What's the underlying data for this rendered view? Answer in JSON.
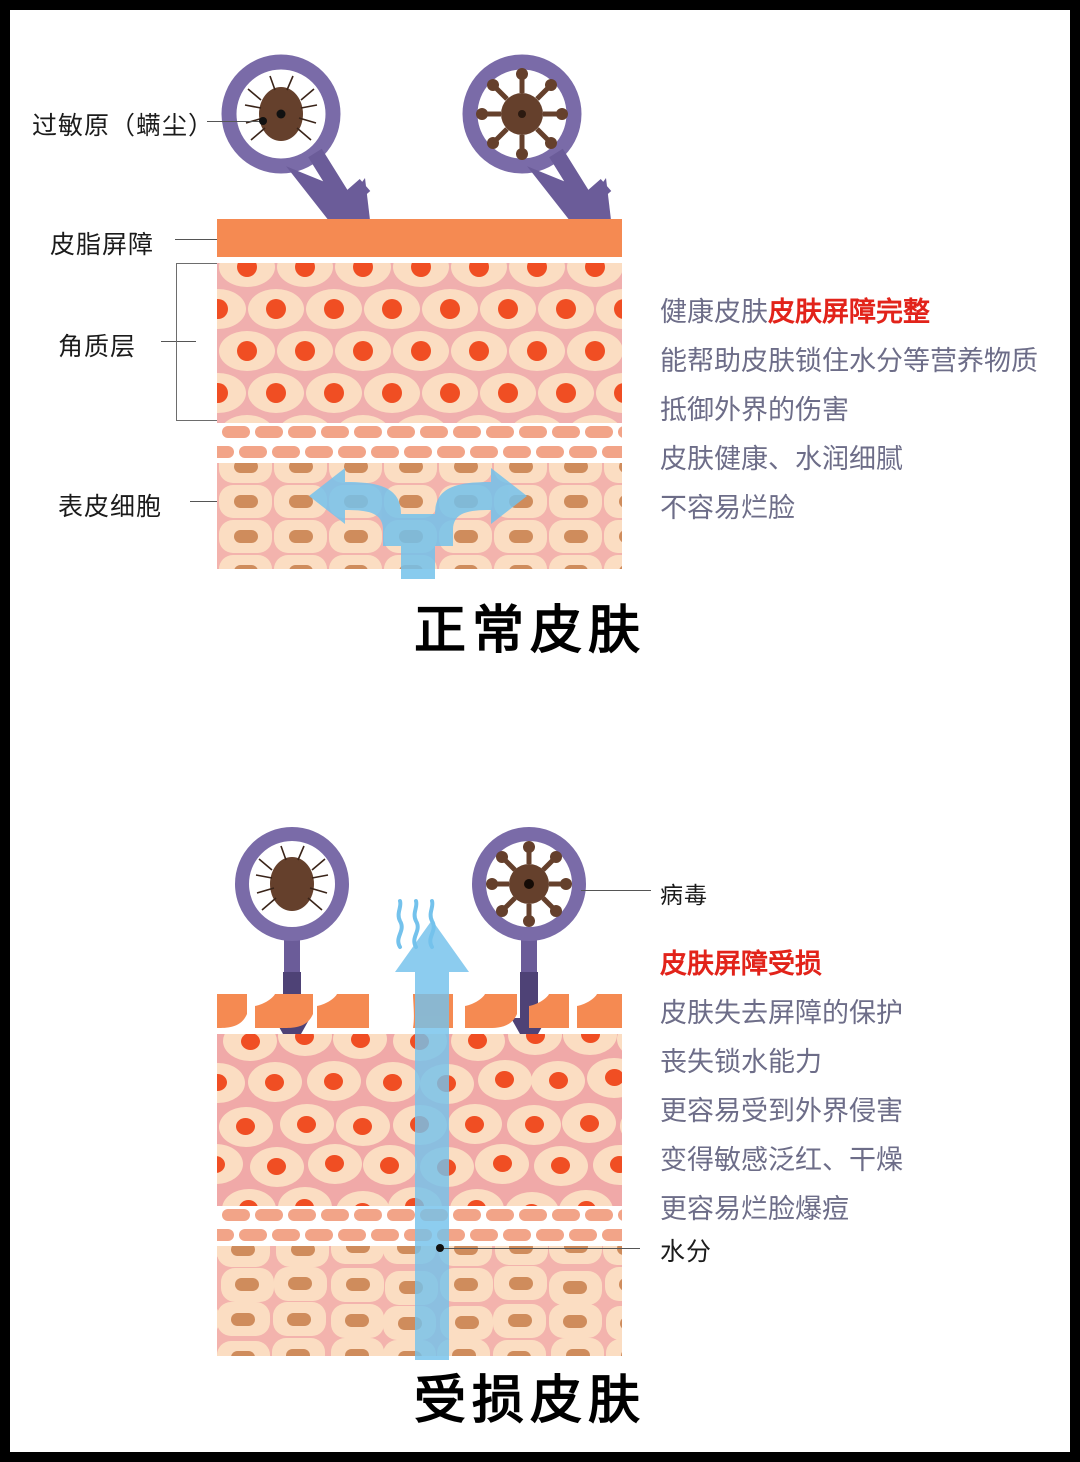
{
  "colors": {
    "sebum_orange": "#f58a52",
    "magnifier_purple": "#7a6ba8",
    "arrow_purple_dark": "#5d4f86",
    "water_blue": "#74c2ec",
    "nucleus_red": "#f04e23",
    "highlight_red": "#e2231a",
    "body_text": "#6d6d88",
    "label_black": "#1b1b1b",
    "frame_black": "#000000"
  },
  "normal_skin": {
    "caption": "正常皮肤",
    "labels": {
      "allergen": "过敏原（螨尘）",
      "sebum_barrier": "皮脂屏障",
      "stratum_corneum": "角质层",
      "epidermal_cell": "表皮细胞"
    },
    "icons": {
      "mite": "mite-icon",
      "virus": "virus-icon",
      "magnifier": "magnifier-icon",
      "bounce_arrow": "bounce-arrow-icon",
      "moisture_arrow": "moisture-retain-arrow-icon"
    },
    "copy_lines": [
      {
        "prefix": "健康皮肤",
        "highlight": "皮肤屏障完整"
      },
      {
        "prefix": "能帮助皮肤锁住水分等营养物质",
        "highlight": ""
      },
      {
        "prefix": "抵御外界的伤害",
        "highlight": ""
      },
      {
        "prefix": "皮肤健康、水润细腻",
        "highlight": ""
      },
      {
        "prefix": "不容易烂脸",
        "highlight": ""
      }
    ]
  },
  "damaged_skin": {
    "caption": "受损皮肤",
    "labels": {
      "virus": "病毒",
      "moisture": "水分"
    },
    "icons": {
      "mite": "mite-icon",
      "virus": "virus-icon",
      "magnifier": "magnifier-icon",
      "penetrate_arrow": "penetrating-arrow-icon",
      "evaporation_arrow": "moisture-loss-arrow-icon",
      "steam": "steam-wave-icon"
    },
    "headline": "皮肤屏障受损",
    "copy_lines": [
      "皮肤失去屏障的保护",
      "丧失锁水能力",
      "更容易受到外界侵害",
      "变得敏感泛红、干燥",
      "更容易烂脸爆痘"
    ]
  }
}
